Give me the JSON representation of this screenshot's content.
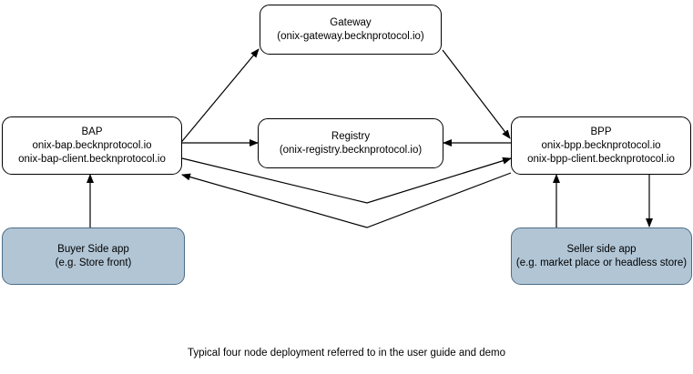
{
  "diagram": {
    "caption": "Typical four node deployment referred to in the user guide and demo",
    "colors": {
      "plain_fill": "#ffffff",
      "plain_stroke": "#000000",
      "shaded_fill": "#b1c5d5",
      "shaded_stroke": "#4d6c85",
      "edge_stroke": "#000000"
    },
    "nodes": {
      "gateway": {
        "title": "Gateway",
        "subtitle": "(onix-gateway.becknprotocol.io)"
      },
      "bap": {
        "title": "BAP",
        "line2": "onix-bap.becknprotocol.io",
        "line3": "onix-bap-client.becknprotocol.io"
      },
      "registry": {
        "title": "Registry",
        "subtitle": "(onix-registry.becknprotocol.io)"
      },
      "bpp": {
        "title": "BPP",
        "line2": "onix-bpp.becknprotocol.io",
        "line3": "onix-bpp-client.becknprotocol.io"
      },
      "buyer_app": {
        "title": "Buyer Side app",
        "subtitle": "(e.g. Store front)"
      },
      "seller_app": {
        "title": "Seller side app",
        "subtitle": "(e.g. market place or headless store)"
      }
    },
    "edges": [
      {
        "id": "bap-to-gateway",
        "from": "bap",
        "to": "gateway",
        "direction": "one-way"
      },
      {
        "id": "gateway-to-bpp",
        "from": "gateway",
        "to": "bpp",
        "direction": "one-way"
      },
      {
        "id": "bap-to-registry",
        "from": "bap",
        "to": "registry",
        "direction": "one-way"
      },
      {
        "id": "bpp-to-registry",
        "from": "bpp",
        "to": "registry",
        "direction": "one-way"
      },
      {
        "id": "bap-to-bpp",
        "from": "bap",
        "to": "bpp",
        "direction": "one-way"
      },
      {
        "id": "bpp-to-bap",
        "from": "bpp",
        "to": "bap",
        "direction": "one-way"
      },
      {
        "id": "buyer-app-to-bap",
        "from": "buyer_app",
        "to": "bap",
        "direction": "one-way"
      },
      {
        "id": "seller-app-to-bpp",
        "from": "seller_app",
        "to": "bpp",
        "direction": "one-way"
      },
      {
        "id": "bpp-to-seller-app",
        "from": "bpp",
        "to": "seller_app",
        "direction": "one-way"
      }
    ]
  }
}
